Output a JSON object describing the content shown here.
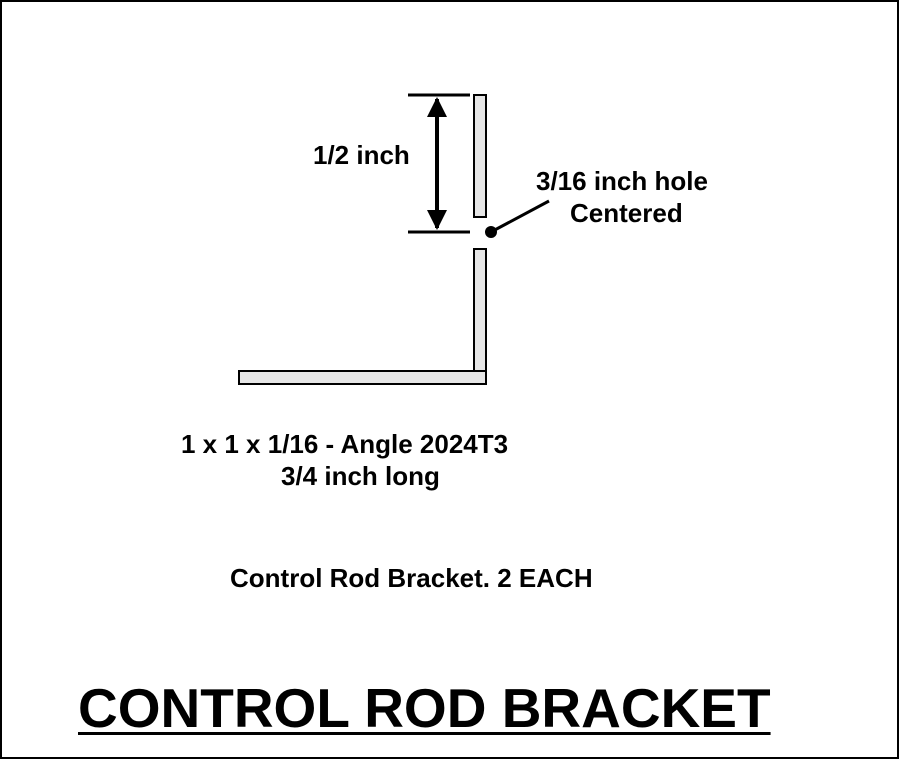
{
  "dimension": {
    "label": "1/2 inch"
  },
  "hole": {
    "line1": "3/16 inch hole",
    "line2": "Centered"
  },
  "spec": {
    "line1": "1 x 1 x 1/16 -  Angle 2024T3",
    "line2": "3/4 inch long"
  },
  "note": "Control Rod Bracket.   2 EACH",
  "title": "CONTROL ROD BRACKET",
  "colors": {
    "ink": "#000000",
    "part_fill": "#e6e6e6",
    "background": "#ffffff"
  }
}
